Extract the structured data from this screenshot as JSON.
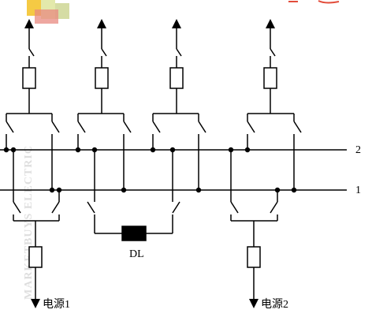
{
  "diagram": {
    "bus_labels": {
      "bus2": "2",
      "bus1": "1"
    },
    "tie_element_label": "DL",
    "sources": {
      "left": "电源1",
      "right": "电源2"
    },
    "watermark_text": "MARKETBUYS ELECTRIC"
  }
}
